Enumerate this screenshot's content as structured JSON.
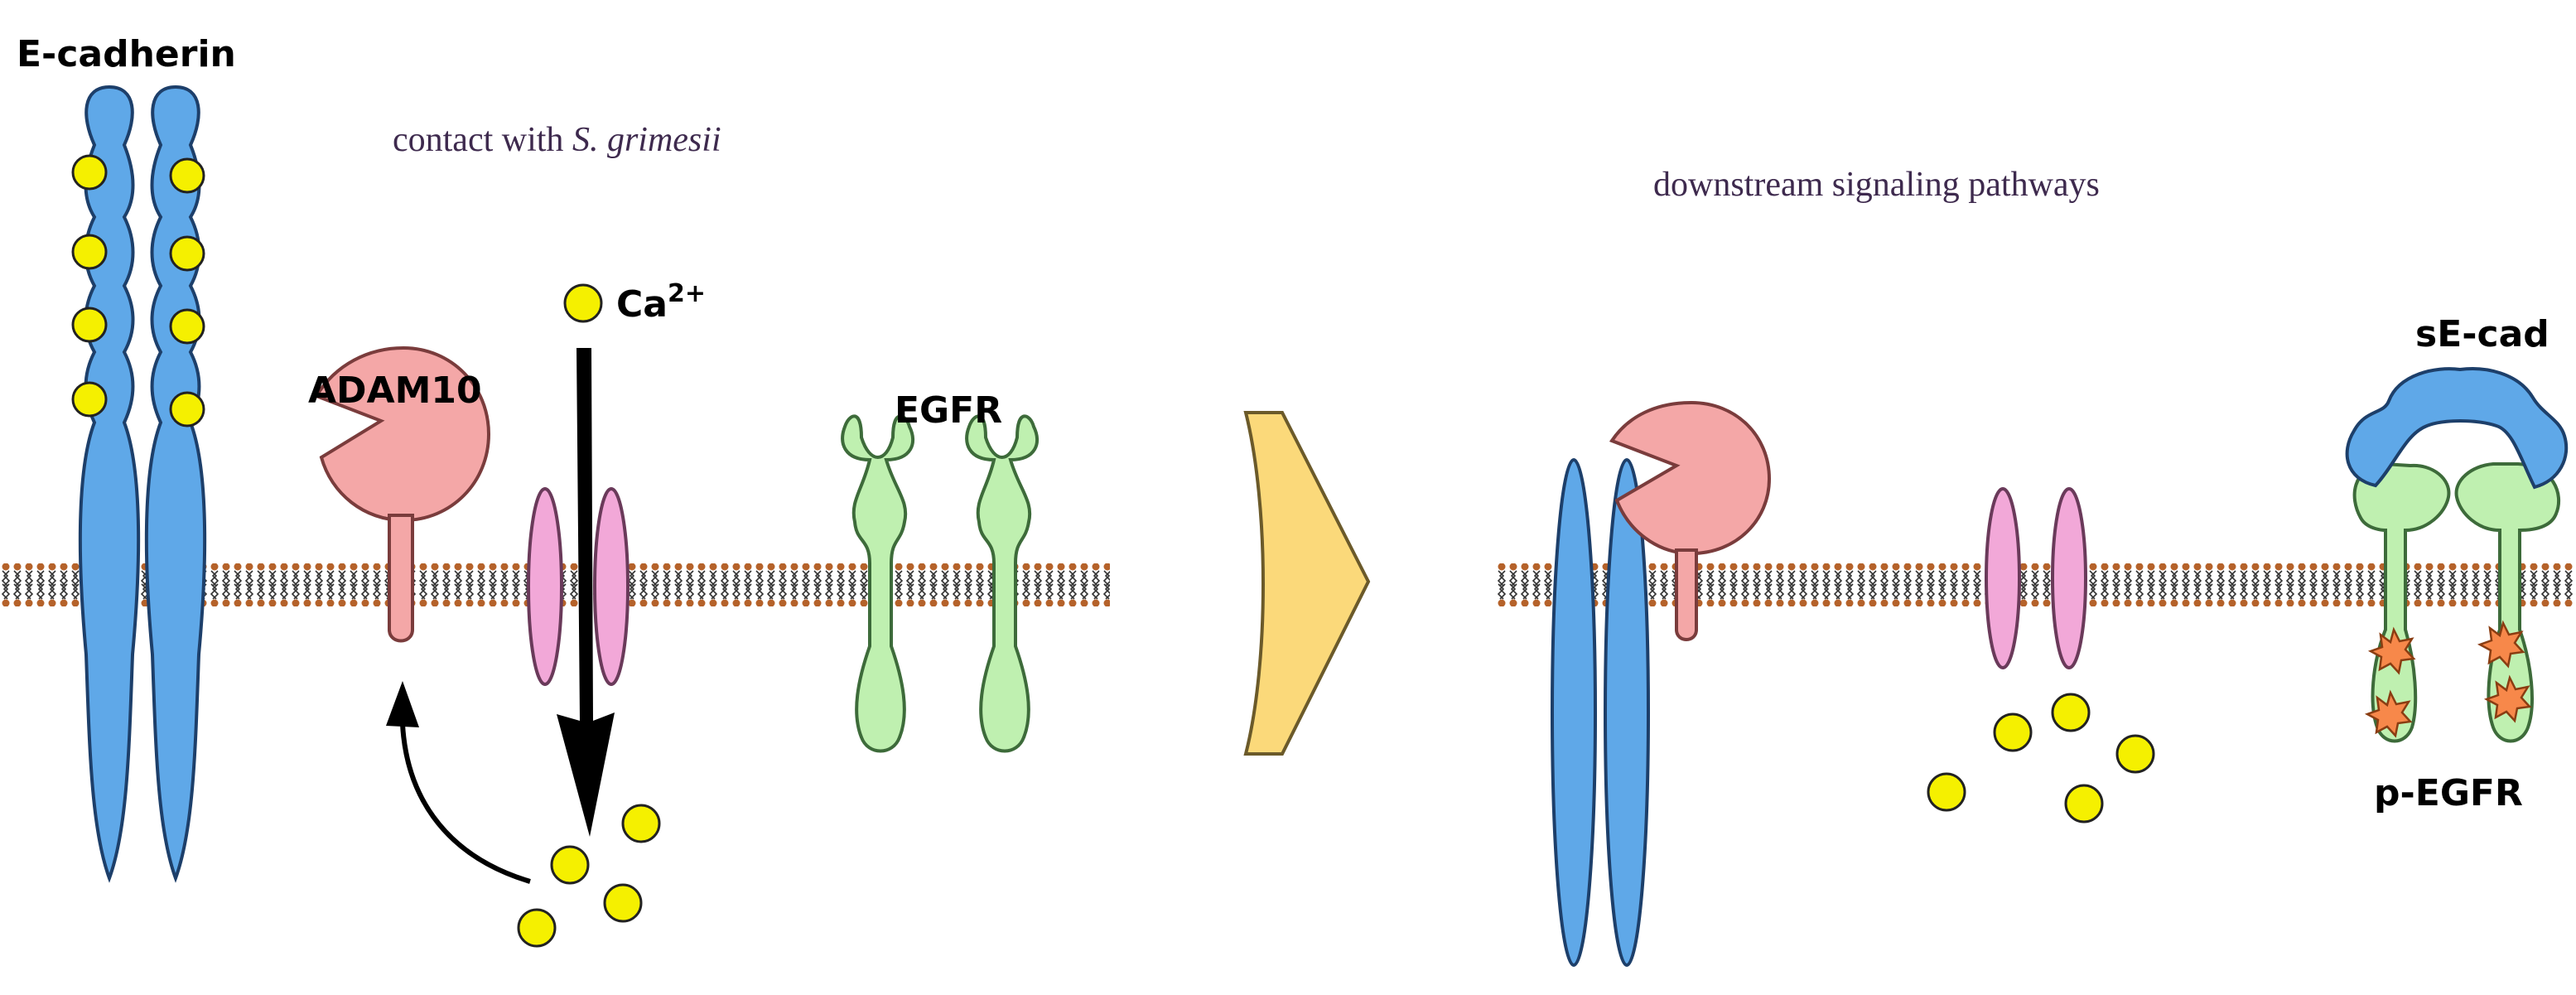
{
  "labels": {
    "ecadherin": "E-cadherin",
    "adam10": "ADAM10",
    "ca_base": "Ca",
    "ca_sup": "2+",
    "egfr": "EGFR",
    "secad": "sE-cad",
    "pegfr": "p-EGFR"
  },
  "captions": {
    "contact_prefix": "contact with ",
    "contact_species": "S. grimesii",
    "downstream": "downstream signaling pathways"
  },
  "colors": {
    "membrane_head": "#b5622a",
    "membrane_tail": "#333333",
    "ecadherin": "#5fa8e8",
    "calcium": "#f5f000",
    "adam10": "#f4a7a7",
    "channel": "#f2a8d8",
    "egfr": "#bff0b0",
    "phospho": "#f7884a",
    "transition_arrow": "#fbd97a",
    "caption": "#3e2a4e"
  }
}
